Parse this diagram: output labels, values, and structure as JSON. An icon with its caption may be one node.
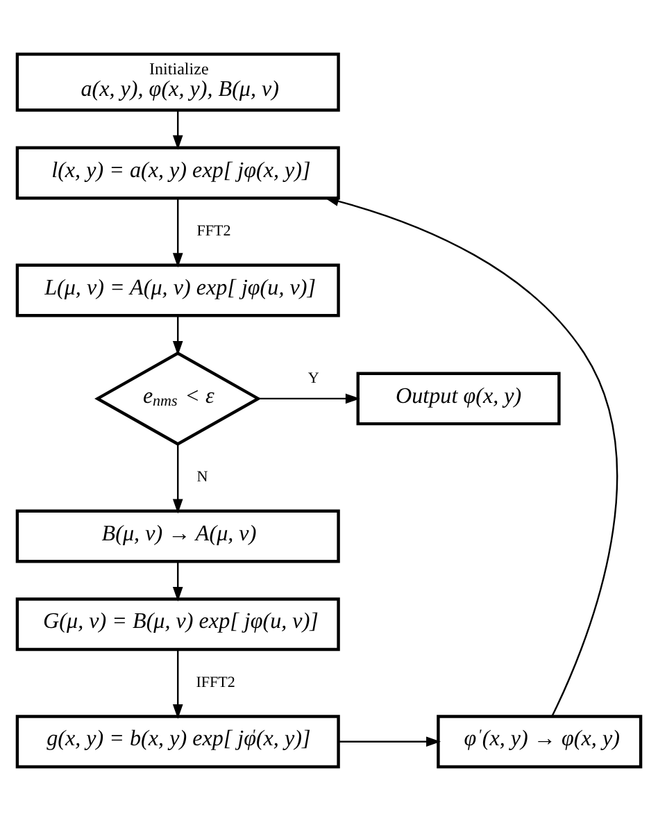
{
  "diagram": {
    "nodes": [
      {
        "text": [
          "Initialize",
          "a(x, y), φ(x, y), B(μ, ν)"
        ]
      },
      {
        "text": [
          "l(x, y) = a(x, y) exp[ jφ(x, y)]"
        ]
      },
      {
        "text": [
          "L(μ, ν) = A(μ, ν) exp[ jφ(u, v)]"
        ]
      },
      {
        "text": [
          "e$_{nms}$ < ε"
        ]
      },
      {
        "text": [
          "Output φ(x, y)"
        ]
      },
      {
        "text": [
          "B(μ, ν) → A(μ, ν)"
        ]
      },
      {
        "text": [
          "G(μ, ν) = B(μ, ν) exp[ jφ(u, v)]"
        ]
      },
      {
        "text": [
          "g(x, y) = b(x, y) exp[ jφ$^{'}$(x, y)]"
        ]
      },
      {
        "text": [
          "φ$^{'}$(x, y) → φ(x, y)"
        ]
      }
    ],
    "edges": [
      {
        "from": 0,
        "to": 1,
        "arrow": "to"
      },
      {
        "from": 1,
        "to": 2,
        "arrow": "to",
        "label": "FFT2"
      },
      {
        "from": 2,
        "to": 3,
        "arrow": "to"
      },
      {
        "from": 3,
        "to": 4,
        "arrow": "to",
        "label": "Y"
      },
      {
        "from": 3,
        "to": 5,
        "arrow": "to",
        "label": "N"
      },
      {
        "from": 5,
        "to": 6,
        "arrow": "to"
      },
      {
        "from": 6,
        "to": 7,
        "arrow": "to",
        "label": "IFFT2"
      },
      {
        "from": 7,
        "to": 8,
        "arrow": "to"
      },
      {
        "from": 8,
        "to": 1,
        "arrow": "to"
      }
    ]
  }
}
